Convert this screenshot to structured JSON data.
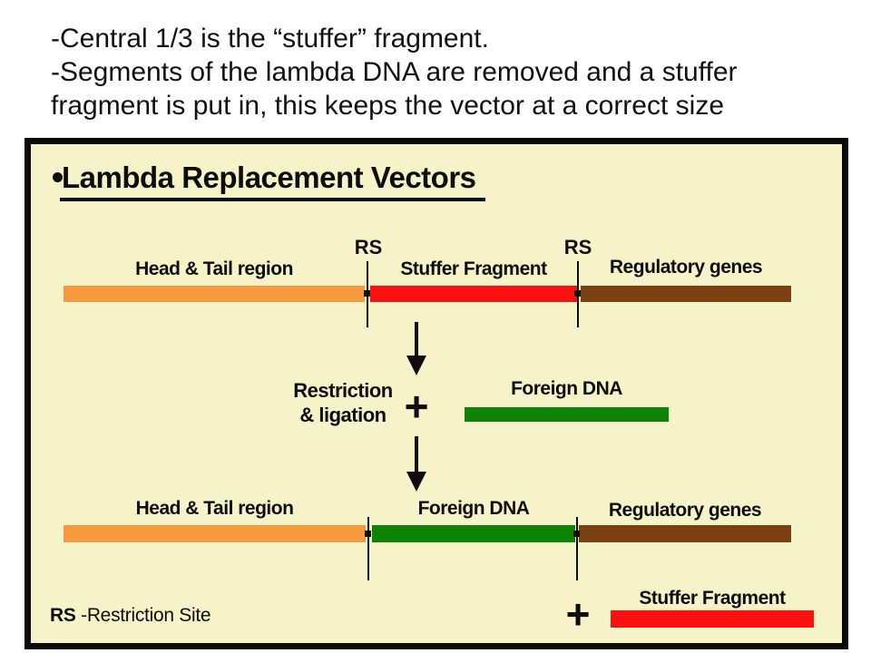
{
  "slide": {
    "text_lines": [
      "-Central 1/3 is the “stuffer” fragment.",
      "-Segments of the lambda DNA are removed and a stuffer",
      "fragment is put in, this keeps the vector at a correct size"
    ]
  },
  "diagram": {
    "title": "Lambda Replacement Vectors",
    "colors": {
      "background": "#F7F3C9",
      "border": "#0A0A0A",
      "orange": "#F79A3F",
      "red": "#FA1010",
      "brown": "#7C3F10",
      "green": "#0E8406"
    },
    "top_vector": {
      "rs_left": "RS",
      "rs_right": "RS",
      "segments": [
        {
          "label": "Head & Tail region"
        },
        {
          "label": "Stuffer Fragment"
        },
        {
          "label": "Regulatory genes"
        }
      ]
    },
    "process": {
      "step_line1": "Restriction",
      "step_line2": "& ligation",
      "plus": "+",
      "insert_label": "Foreign DNA"
    },
    "bottom_vector": {
      "segments": [
        {
          "label": "Head & Tail region"
        },
        {
          "label": "Foreign DNA"
        },
        {
          "label": "Regulatory genes"
        }
      ]
    },
    "byproduct": {
      "plus": "+",
      "label": "Stuffer Fragment"
    },
    "legend": {
      "abbr": "RS",
      "definition": "-Restriction Site"
    }
  }
}
